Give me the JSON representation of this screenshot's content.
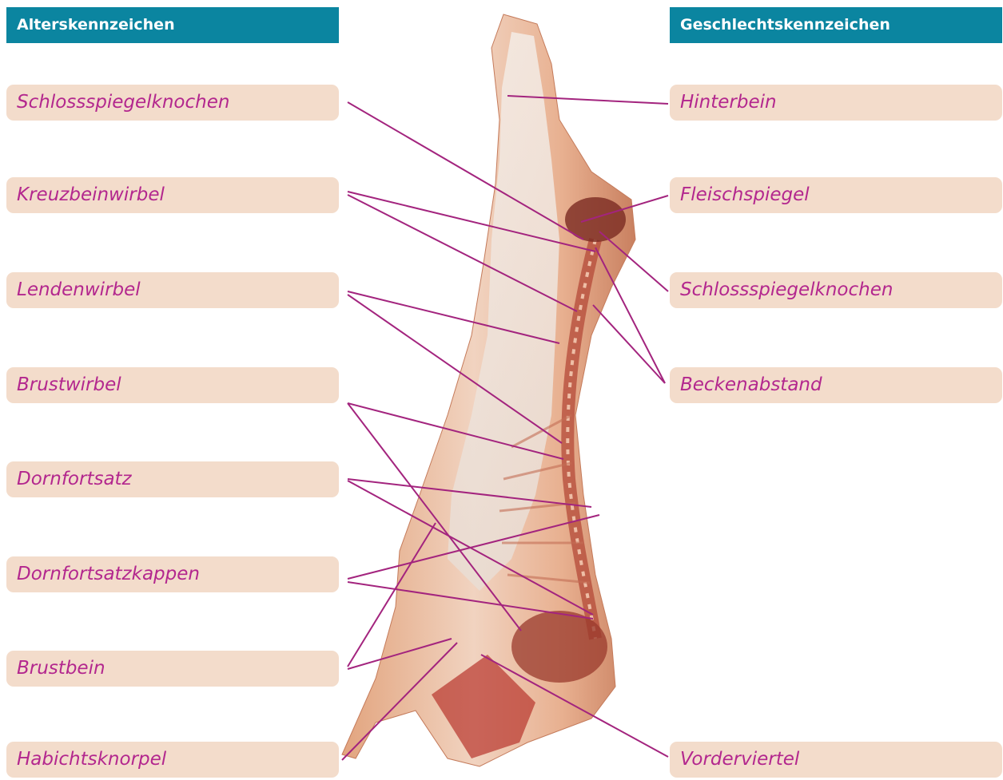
{
  "left_header": "Alterskennzeichen",
  "right_header": "Geschlechtskennzeichen",
  "left_labels": [
    "Schlossspiegelknochen",
    "Kreuzbeinwirbel",
    "Lendenwirbel",
    "Brustwirbel",
    "Dornfortsatz",
    "Dornfortsatzkappen",
    "Brustbein",
    "Habichtsknorpel"
  ],
  "right_labels": [
    "Hinterbein",
    "Fleischspiegel",
    "Schlossspiegelknochen",
    "Beckenabstand",
    "Vorderviertel"
  ],
  "colors": {
    "header_bg": "#0b85a0",
    "label_bg": "#f3dccb",
    "label_text": "#b3278e",
    "leader_line": "#a3247e"
  }
}
